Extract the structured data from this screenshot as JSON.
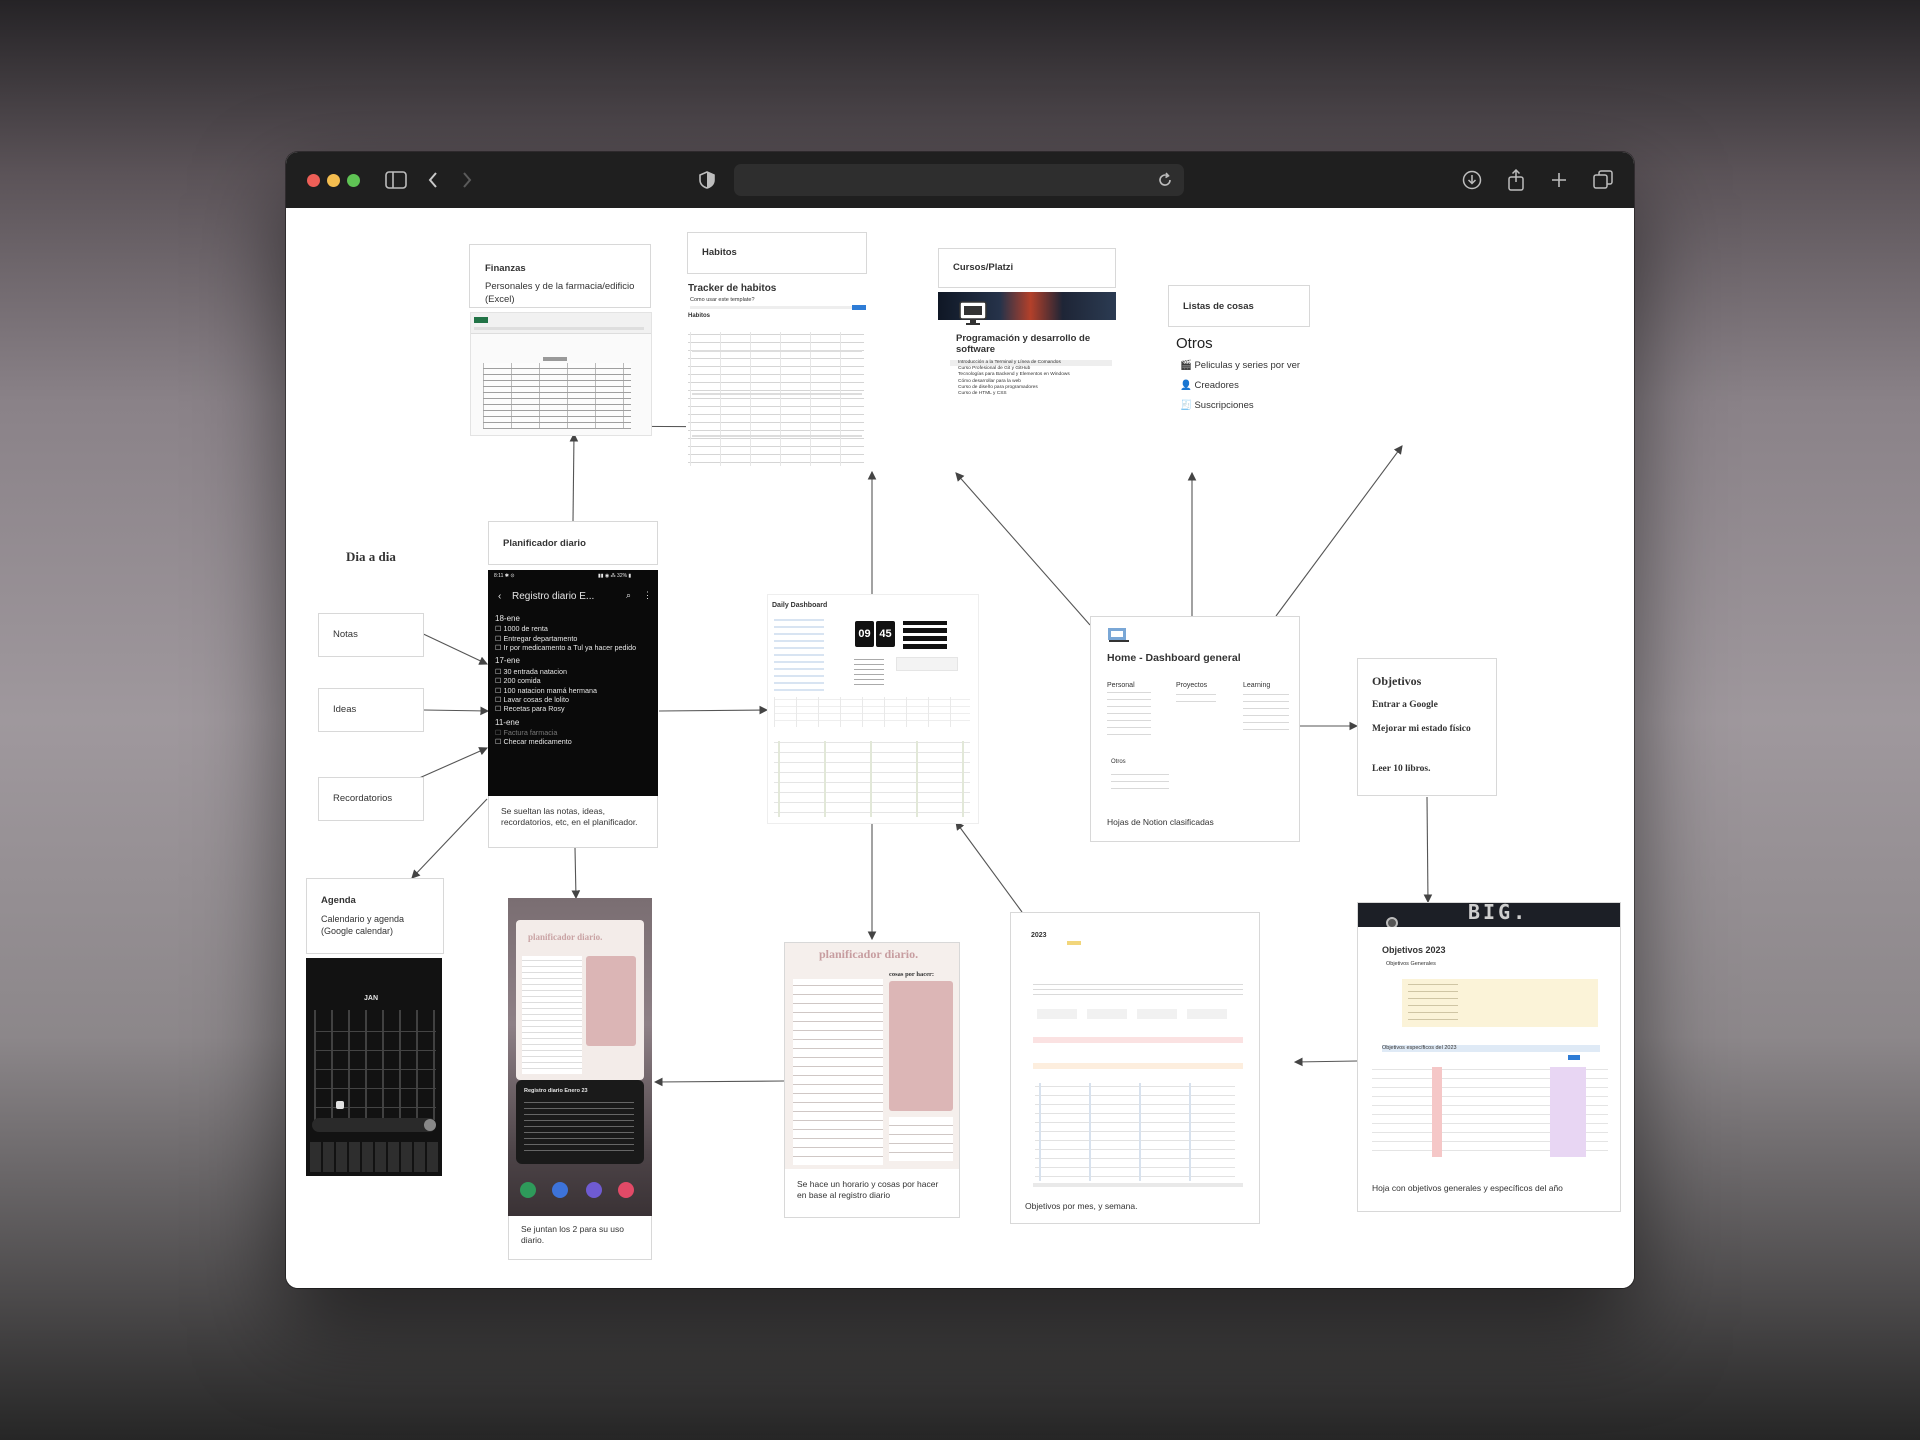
{
  "window": {
    "traffic": {
      "close": "#ed5f57",
      "minimize": "#f4bd4f",
      "zoom": "#5fc354"
    },
    "icons": [
      "sidebar-icon",
      "back-icon",
      "forward-icon",
      "shield-icon",
      "reload-icon",
      "download-icon",
      "share-icon",
      "plus-icon",
      "tabs-icon"
    ]
  },
  "board": {
    "finanzas": {
      "title": "Finanzas",
      "desc": "Personales y de la farmacia/edificio (Excel)"
    },
    "habitos": {
      "title": "Habitos",
      "tracker": "Tracker de habitos",
      "subtitle": "Como usar este template?",
      "section": "Habitos"
    },
    "cursos": {
      "title": "Cursos/Platzi",
      "heading": "Programación y desarrollo de software",
      "items": [
        "Introducción a la Terminal y Línea de Comandos",
        "Curso Profesional de Git y GitHub",
        "Tecnologías para Backend y Elementos en Windows",
        "Cómo desarrollar para la web",
        "Curso de diseño para programadores",
        "Curso de HTML y CSS"
      ]
    },
    "listas": {
      "title": "Listas de cosas",
      "heading": "Otros",
      "items": [
        "Peliculas y series por ver",
        "Creadores",
        "Suscripciones"
      ]
    },
    "diaadia": {
      "title": "Dia a dia"
    },
    "notas": "Notas",
    "ideas": "Ideas",
    "recordatorios": "Recordatorios",
    "planificador": {
      "title": "Planificador diario",
      "phone_header": "Registro diario E...",
      "groups": [
        {
          "date": "18-ene",
          "items": [
            "1000 de renta",
            "Entregar departamento",
            "Ir por medicamento a Tul ya hacer pedido"
          ]
        },
        {
          "date": "17-ene",
          "items": [
            "30 entrada natacion",
            "200 comida",
            "100 natacion mamá hermana",
            "Lavar cosas de lolito",
            "Recetas para Rosy"
          ]
        },
        {
          "date": "11-ene",
          "items": [
            "Factura farmacia",
            "Checar medicamento"
          ]
        }
      ],
      "desc": "Se sueltan las notas, ideas, recordatorios, etc, en el planificador."
    },
    "agenda": {
      "title": "Agenda",
      "desc": "Calendario y agenda (Google calendar)",
      "month": "JAN"
    },
    "daily": {
      "title": "Daily Dashboard",
      "hour": "09",
      "minute": "45"
    },
    "home": {
      "title": "Home - Dashboard general",
      "col1": "Personal",
      "col2": "Proyectos",
      "col3": "Learning",
      "otros": "Otros",
      "desc": "Hojas de Notion clasificadas"
    },
    "objetivos": {
      "title": "Objetivos",
      "items": [
        "Entrar a Google",
        "Mejorar mi estado físico",
        "Leer 10 libros."
      ]
    },
    "plan_paper": {
      "title": "planificador diario.",
      "side": "cosas por hacer:",
      "desc": "Se hace un horario y cosas por hacer en base al registro diario"
    },
    "phone_combo": {
      "title": "planificador diario.",
      "card": "Registro diario Enero 23",
      "desc": "Se juntan los 2 para su uso diario."
    },
    "semana": {
      "year": "2023",
      "desc": "Objetivos por mes, y semana."
    },
    "obj2023": {
      "banner": "BIG.",
      "title": "Objetivos 2023",
      "general": "Objetivos Generales",
      "specific": "Objetivos específicos del 2023",
      "desc": "Hoja con objetivos generales y específicos del año"
    }
  }
}
